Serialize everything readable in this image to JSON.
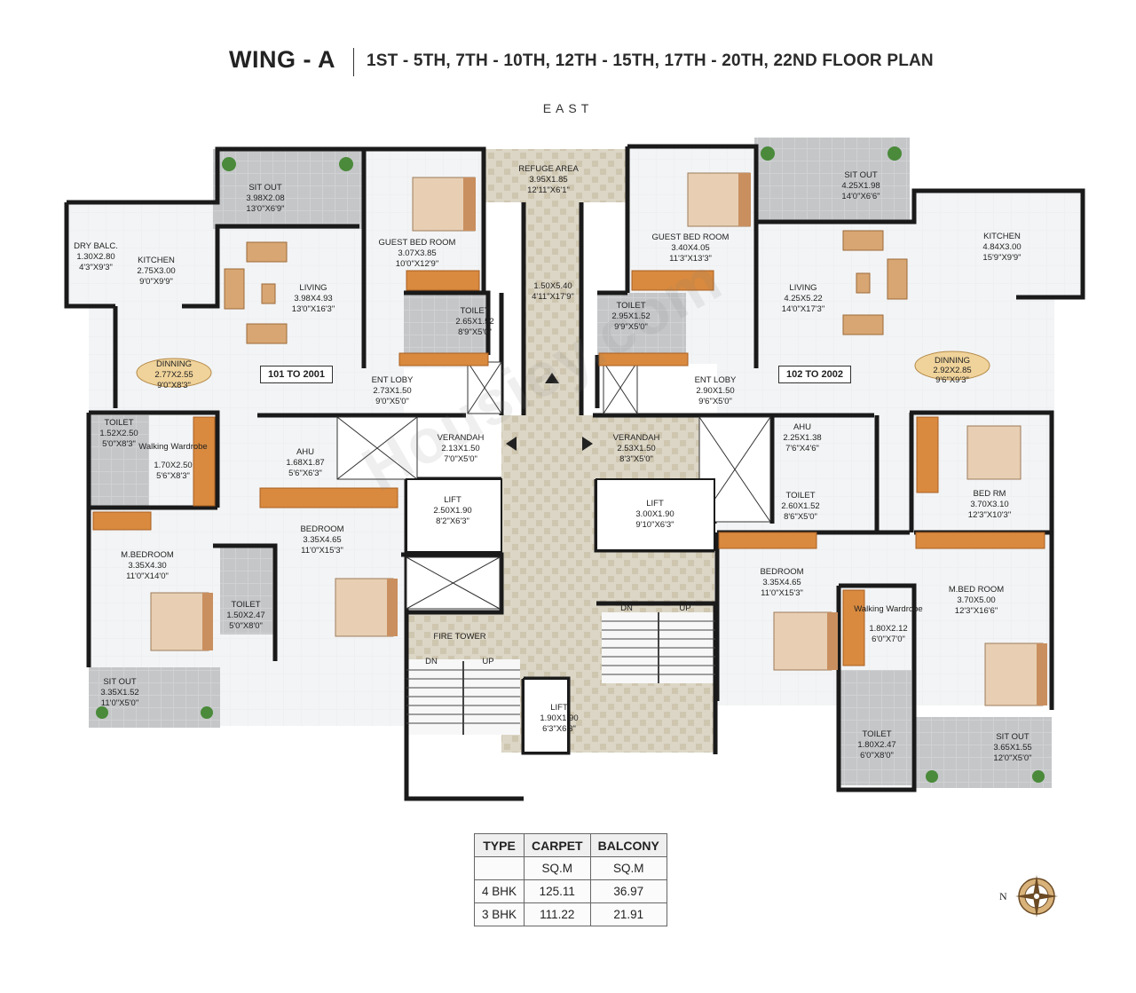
{
  "header": {
    "wing": "WING - A",
    "floors": "1ST - 5TH, 7TH - 10TH, 12TH - 15TH, 17TH - 20TH, 22ND FLOOR PLAN",
    "direction": "EAST"
  },
  "units": {
    "left_tag": "101 TO 2001",
    "right_tag": "102 TO 2002"
  },
  "rooms": {
    "sitout_top_left": {
      "name": "SIT OUT",
      "dims": "3.98X2.08",
      "imperial": "13'0\"X6'9\""
    },
    "dry_balc": {
      "name": "DRY BALC.",
      "dims": "1.30X2.80",
      "imperial": "4'3\"X9'3\""
    },
    "kitchen_left": {
      "name": "KITCHEN",
      "dims": "2.75X3.00",
      "imperial": "9'0\"X9'9\""
    },
    "living_left": {
      "name": "LIVING",
      "dims": "3.98X4.93",
      "imperial": "13'0\"X16'3\""
    },
    "guest_left": {
      "name": "GUEST BED ROOM",
      "dims": "3.07X3.85",
      "imperial": "10'0\"X12'9\""
    },
    "toilet_guest_left": {
      "name": "TOILET",
      "dims": "2.65X1.52",
      "imperial": "8'9\"X5'0\""
    },
    "dinning_left": {
      "name": "DINNING",
      "dims": "2.77X2.55",
      "imperial": "9'0\"X8'3\""
    },
    "entloby_left": {
      "name": "ENT LOBY",
      "dims": "2.73X1.50",
      "imperial": "9'0\"X5'0\""
    },
    "refuge": {
      "name": "REFUGE  AREA",
      "dims": "3.95X1.85",
      "imperial": "12'11\"X6'1\""
    },
    "corridor": {
      "name": "",
      "dims": "1.50X5.40",
      "imperial": "4'11\"X17'9\""
    },
    "guest_right": {
      "name": "GUEST BED ROOM",
      "dims": "3.40X4.05",
      "imperial": "11'3\"X13'3\""
    },
    "toilet_guest_right": {
      "name": "TOILET",
      "dims": "2.95X1.52",
      "imperial": "9'9\"X5'0\""
    },
    "sitout_top_right": {
      "name": "SIT OUT",
      "dims": "4.25X1.98",
      "imperial": "14'0\"X6'6\""
    },
    "kitchen_right": {
      "name": "KITCHEN",
      "dims": "4.84X3.00",
      "imperial": "15'9\"X9'9\""
    },
    "living_right": {
      "name": "LIVING",
      "dims": "4.25X5.22",
      "imperial": "14'0\"X17'3\""
    },
    "dinning_right": {
      "name": "DINNING",
      "dims": "2.92X2.85",
      "imperial": "9'6\"X9'3\""
    },
    "entloby_right": {
      "name": "ENT LOBY",
      "dims": "2.90X1.50",
      "imperial": "9'6\"X5'0\""
    },
    "toilet_mbed_left": {
      "name": "TOILET",
      "dims": "1.52X2.50",
      "imperial": "5'0\"X8'3\""
    },
    "wardrobe_left": {
      "name": "Walking Wardrobe",
      "dims": "1.70X2.50",
      "imperial": "5'6\"X8'3\""
    },
    "ahu_left": {
      "name": "AHU",
      "dims": "1.68X1.87",
      "imperial": "5'6\"X6'3\""
    },
    "verandah_left": {
      "name": "VERANDAH",
      "dims": "2.13X1.50",
      "imperial": "7'0\"X5'0\""
    },
    "verandah_right": {
      "name": "VERANDAH",
      "dims": "2.53X1.50",
      "imperial": "8'3\"X5'0\""
    },
    "ahu_right": {
      "name": "AHU",
      "dims": "2.25X1.38",
      "imperial": "7'6\"X4'6\""
    },
    "toilet_mid_right": {
      "name": "TOILET",
      "dims": "2.60X1.52",
      "imperial": "8'6\"X5'0\""
    },
    "bedrm_right": {
      "name": "BED RM",
      "dims": "3.70X3.10",
      "imperial": "12'3\"X10'3\""
    },
    "lift_1": {
      "name": "LIFT",
      "dims": "2.50X1.90",
      "imperial": "8'2\"X6'3\""
    },
    "lift_2": {
      "name": "LIFT",
      "dims": "3.00X1.90",
      "imperial": "9'10\"X6'3\""
    },
    "lift_3": {
      "name": "LIFT",
      "dims": "1.90X1.90",
      "imperial": "6'3\"X6'3\""
    },
    "mbed_left": {
      "name": "M.BEDROOM",
      "dims": "3.35X4.30",
      "imperial": "11'0\"X14'0\""
    },
    "bedroom_left": {
      "name": "BEDROOM",
      "dims": "3.35X4.65",
      "imperial": "11'0\"X15'3\""
    },
    "toilet_bed_left": {
      "name": "TOILET",
      "dims": "1.50X2.47",
      "imperial": "5'0\"X8'0\""
    },
    "sitout_bottom_left": {
      "name": "SIT OUT",
      "dims": "3.35X1.52",
      "imperial": "11'0\"X5'0\""
    },
    "fire_tower": {
      "name": "FIRE TOWER"
    },
    "bedroom_right": {
      "name": "BEDROOM",
      "dims": "3.35X4.65",
      "imperial": "11'0\"X15'3\""
    },
    "wardrobe_right": {
      "name": "Walking Wardrobe",
      "dims": "1.80X2.12",
      "imperial": "6'0\"X7'0\""
    },
    "mbed_right": {
      "name": "M.BED ROOM",
      "dims": "3.70X5.00",
      "imperial": "12'3\"X16'6\""
    },
    "toilet_bottom_right": {
      "name": "TOILET",
      "dims": "1.80X2.47",
      "imperial": "6'0\"X8'0\""
    },
    "sitout_bottom_right": {
      "name": "SIT OUT",
      "dims": "3.65X1.55",
      "imperial": "12'0\"X5'0\""
    }
  },
  "stairs": {
    "dn": "DN",
    "up": "UP"
  },
  "table": {
    "headers": [
      "TYPE",
      "CARPET",
      "BALCONY"
    ],
    "units_row": [
      "",
      "SQ.M",
      "SQ.M"
    ],
    "rows": [
      [
        "4 BHK",
        "125.11",
        "36.97"
      ],
      [
        "3 BHK",
        "111.22",
        "21.91"
      ]
    ]
  },
  "compass": {
    "north_label": "N"
  },
  "watermark": "Housiey.com",
  "colors": {
    "wall": "#1a1a1a",
    "floor": "#eef0f1",
    "tile_grey": "#c9cbcd",
    "tile_beige": "#d9d2c2",
    "wood": "#d98a3e",
    "bed": "#e8cfb3"
  }
}
